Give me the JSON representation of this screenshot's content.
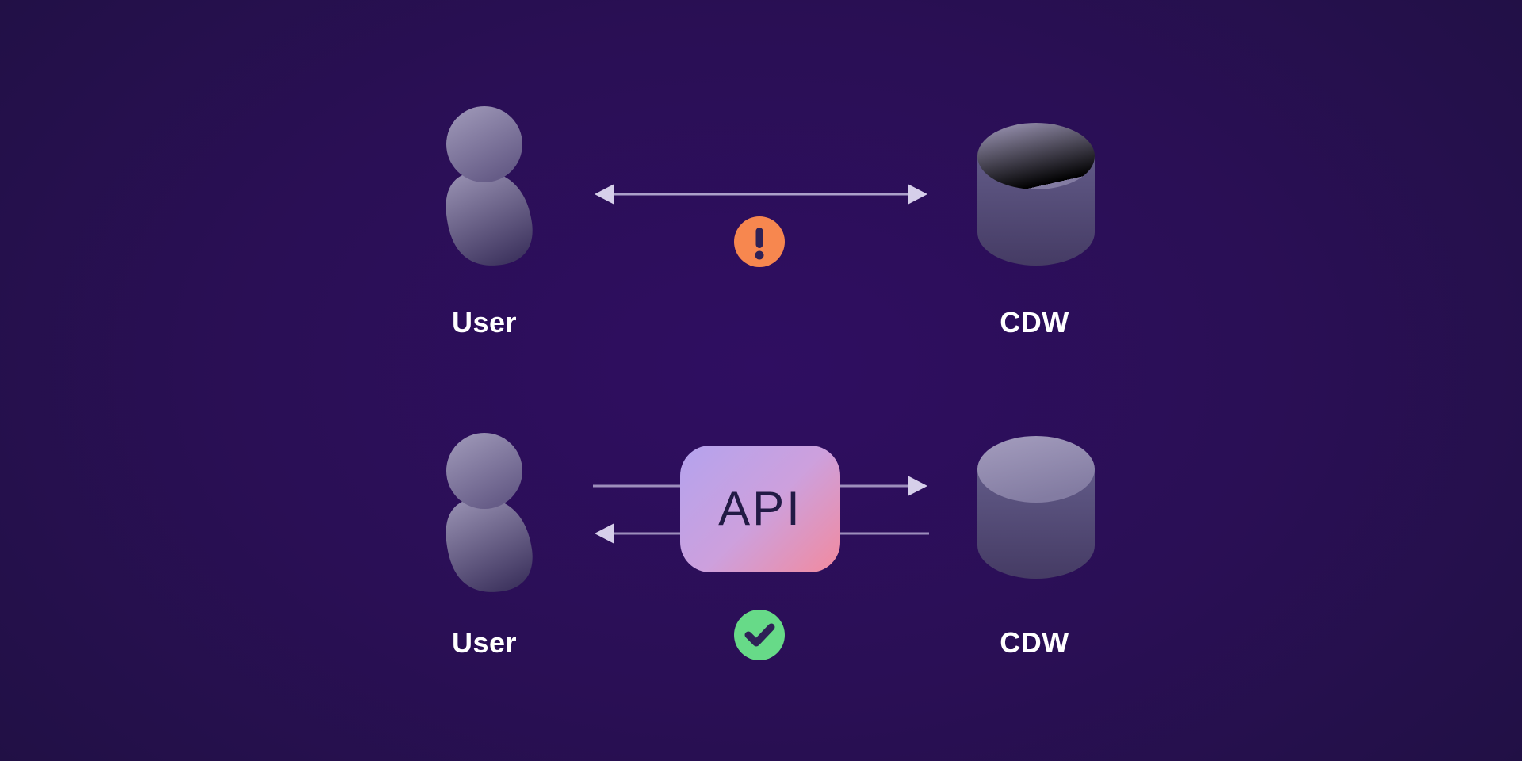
{
  "diagram": {
    "top_row": {
      "user_label": "User",
      "cdw_label": "CDW",
      "status_icon": "warning-icon",
      "connection": "bidirectional-arrow"
    },
    "bottom_row": {
      "user_label": "User",
      "cdw_label": "CDW",
      "api_label": "API",
      "status_icon": "check-icon",
      "connection": "request-response-arrows"
    },
    "colors": {
      "background_center": "#2f0e61",
      "background_edge": "#1a0f33",
      "warning_orange": "#f7874f",
      "success_green": "#67da88",
      "icon_glyph_dark": "#2e2156",
      "api_gradient_start": "#b4a3ee",
      "api_gradient_end": "#f28a9e",
      "api_text": "#221a45",
      "arrow_line": "#cdc5e6",
      "label_text": "#ffffff",
      "figure_light": "#a09ab9",
      "figure_dark": "#413760"
    }
  }
}
